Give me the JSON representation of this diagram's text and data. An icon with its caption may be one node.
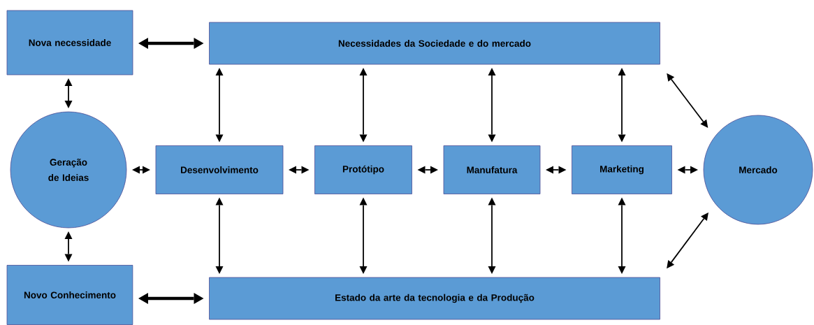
{
  "diagram": {
    "nodes": [
      {
        "text": [
          "Nova necessidade"
        ]
      },
      {
        "text": [
          "Necessidades da Sociedade e do mercado"
        ]
      },
      {
        "text": [
          "Geração de Ideias"
        ]
      },
      {
        "text": [
          "Desenvolvimento"
        ]
      },
      {
        "text": [
          "Protótipo"
        ]
      },
      {
        "text": [
          "Manufatura"
        ]
      },
      {
        "text": [
          "Marketing"
        ]
      },
      {
        "text": [
          "Mercado"
        ]
      },
      {
        "text": [
          "Novo Conhecimento"
        ]
      },
      {
        "text": [
          "Estado da arte da tecnologia e da Produção"
        ]
      }
    ],
    "edges": [
      {
        "from": 0,
        "to": 1,
        "arrow": "both",
        "style": "thick"
      },
      {
        "from": 0,
        "to": 2,
        "arrow": "both"
      },
      {
        "from": 1,
        "to": 7,
        "arrow": "both"
      },
      {
        "from": 1,
        "to": 3,
        "arrow": "both"
      },
      {
        "from": 1,
        "to": 4,
        "arrow": "both"
      },
      {
        "from": 1,
        "to": 5,
        "arrow": "both"
      },
      {
        "from": 1,
        "to": 6,
        "arrow": "both"
      },
      {
        "from": 2,
        "to": 3,
        "arrow": "both"
      },
      {
        "from": 3,
        "to": 4,
        "arrow": "both"
      },
      {
        "from": 4,
        "to": 5,
        "arrow": "both"
      },
      {
        "from": 5,
        "to": 6,
        "arrow": "both"
      },
      {
        "from": 6,
        "to": 7,
        "arrow": "both"
      },
      {
        "from": 2,
        "to": 8,
        "arrow": "both"
      },
      {
        "from": 3,
        "to": 9,
        "arrow": "both"
      },
      {
        "from": 4,
        "to": 9,
        "arrow": "both"
      },
      {
        "from": 5,
        "to": 9,
        "arrow": "both"
      },
      {
        "from": 6,
        "to": 9,
        "arrow": "both"
      },
      {
        "from": 8,
        "to": 9,
        "arrow": "both",
        "style": "thick"
      },
      {
        "from": 9,
        "to": 7,
        "arrow": "both"
      }
    ]
  }
}
